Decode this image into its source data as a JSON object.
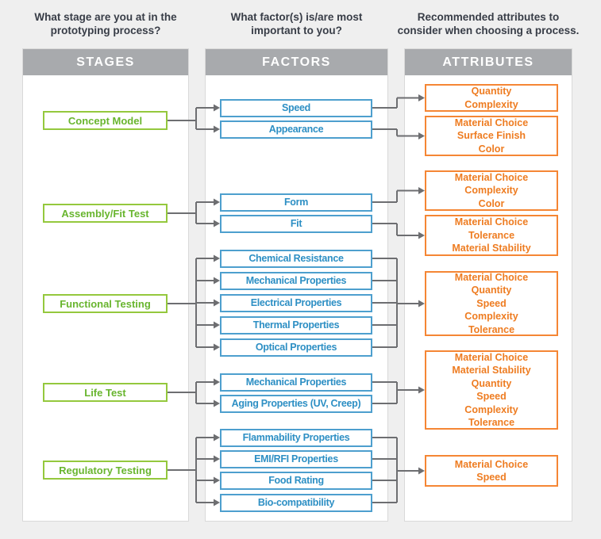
{
  "page": {
    "background": "#efefef"
  },
  "colors": {
    "stage_border": "#94c83d",
    "stage_text": "#68b52e",
    "factor_border": "#4d9fce",
    "factor_text": "#2d8fc4",
    "attribute_border": "#f58634",
    "attribute_text": "#ee7c21",
    "header_bar": "#a8aaad",
    "header_text": "#ffffff",
    "connector": "#6d6e71",
    "title_text": "#383d47"
  },
  "columns": [
    {
      "question_lines": [
        "What stage are you at in the",
        "prototyping process?"
      ],
      "header": "STAGES"
    },
    {
      "question_lines": [
        "What factor(s) is/are most",
        "important to you?"
      ],
      "header": "FACTORS"
    },
    {
      "question_lines": [
        "Recommended attributes to",
        "consider when choosing a process."
      ],
      "header": "ATTRIBUTES"
    }
  ],
  "groups": [
    {
      "stage": "Concept Model",
      "factors": [
        "Speed",
        "Appearance"
      ],
      "attributes": [
        [
          "Quantity",
          "Complexity"
        ],
        [
          "Material Choice",
          "Surface Finish",
          "Color"
        ]
      ]
    },
    {
      "stage": "Assembly/Fit Test",
      "factors": [
        "Form",
        "Fit"
      ],
      "attributes": [
        [
          "Material Choice",
          "Complexity",
          "Color"
        ],
        [
          "Material Choice",
          "Tolerance",
          "Material Stability"
        ]
      ]
    },
    {
      "stage": "Functional Testing",
      "factors": [
        "Chemical Resistance",
        "Mechanical Properties",
        "Electrical Properties",
        "Thermal Properties",
        "Optical Properties"
      ],
      "attributes": [
        [
          "Material Choice",
          "Quantity",
          "Speed",
          "Complexity",
          "Tolerance"
        ]
      ]
    },
    {
      "stage": "Life Test",
      "factors": [
        "Mechanical Properties",
        "Aging Properties (UV, Creep)"
      ],
      "attributes": [
        [
          "Material Choice",
          "Material Stability",
          "Quantity",
          "Speed",
          "Complexity",
          "Tolerance"
        ]
      ]
    },
    {
      "stage": "Regulatory Testing",
      "factors": [
        "Flammability Properties",
        "EMI/RFI Properties",
        "Food Rating",
        "Bio-compatibility"
      ],
      "attributes": [
        [
          "Material Choice",
          "Speed"
        ]
      ]
    }
  ]
}
